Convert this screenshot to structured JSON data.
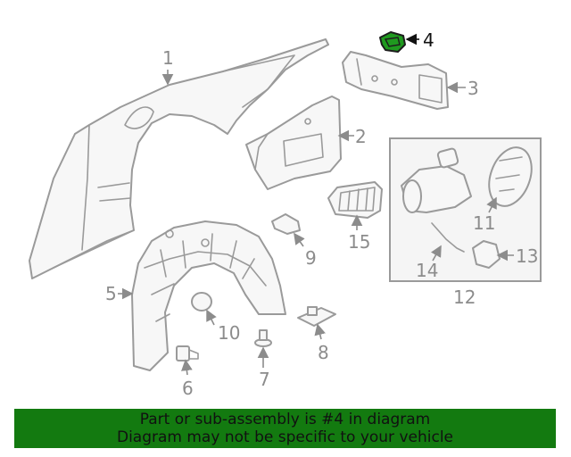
{
  "diagram": {
    "callouts": [
      "1",
      "2",
      "3",
      "4",
      "5",
      "6",
      "7",
      "8",
      "9",
      "10",
      "11",
      "12",
      "13",
      "14",
      "15"
    ],
    "highlighted_part": "4",
    "colors": {
      "highlight": "#1f9a1f",
      "banner": "#137a10",
      "line": "#9a9a9a"
    }
  },
  "banner": {
    "line1": "Part or sub-assembly is #4 in diagram",
    "line2": "Diagram may not be specific to your vehicle"
  }
}
